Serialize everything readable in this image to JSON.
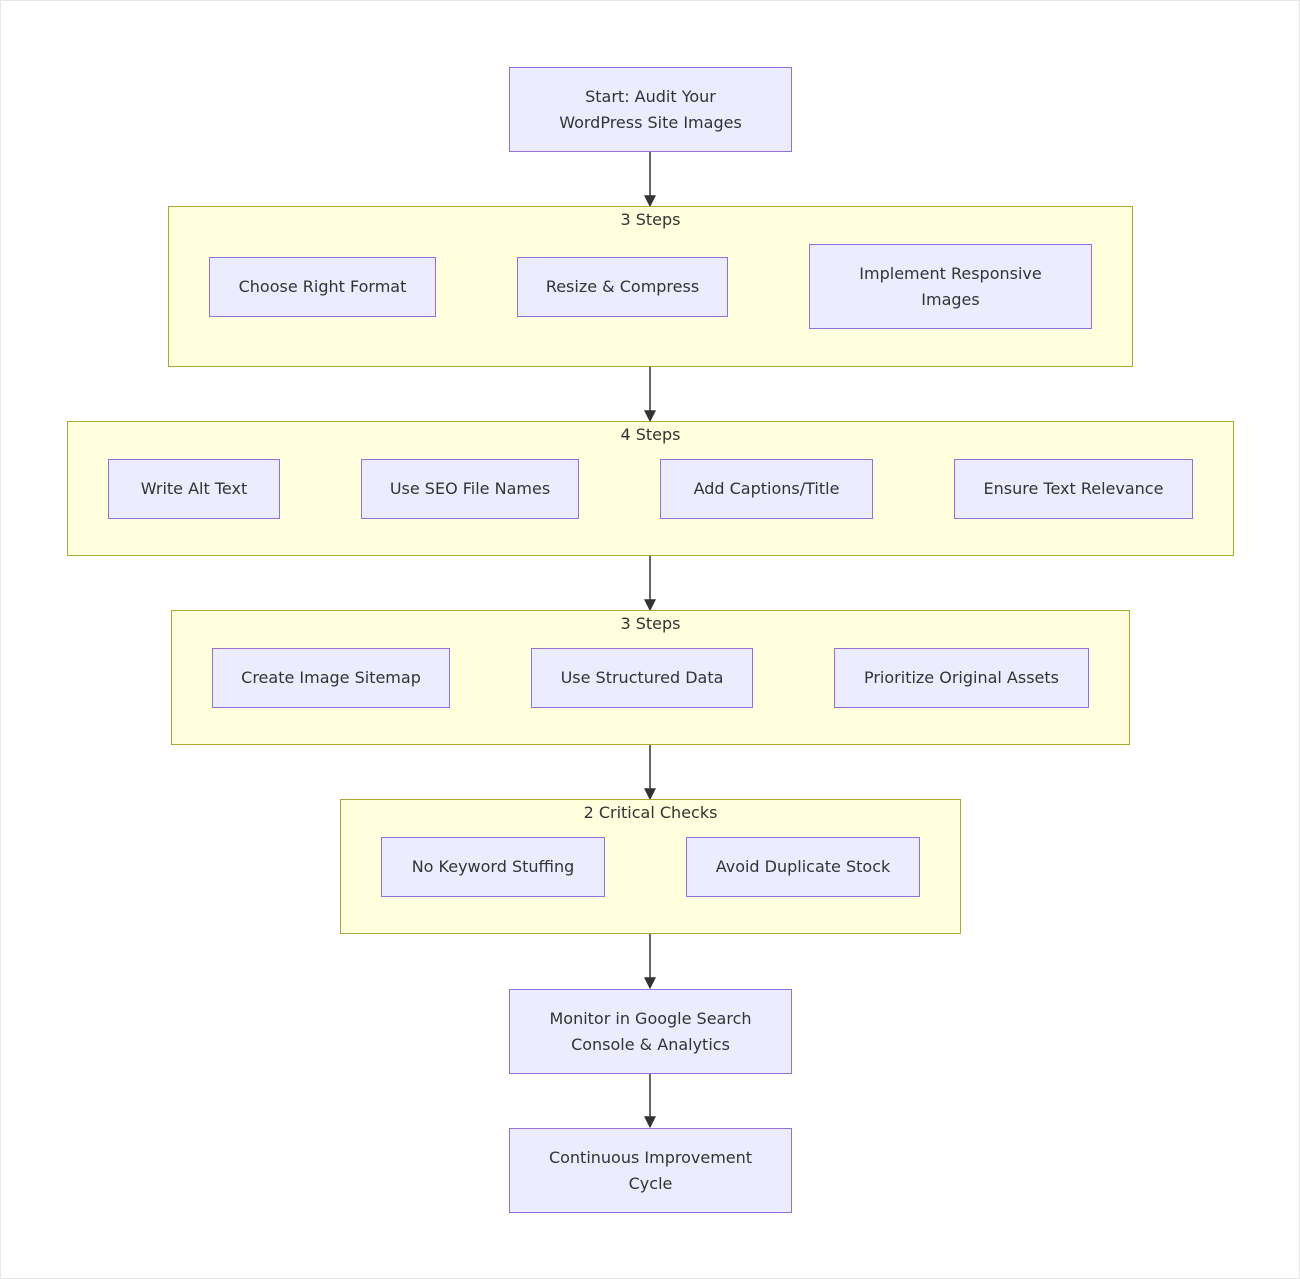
{
  "diagram": {
    "start": {
      "label": "Start: Audit Your WordPress Site Images"
    },
    "groups": [
      {
        "title": "3 Steps",
        "steps": [
          {
            "label": "Choose Right Format"
          },
          {
            "label": "Resize & Compress"
          },
          {
            "label": "Implement Responsive Images"
          }
        ]
      },
      {
        "title": "4 Steps",
        "steps": [
          {
            "label": "Write Alt Text"
          },
          {
            "label": "Use SEO File Names"
          },
          {
            "label": "Add Captions/Title"
          },
          {
            "label": "Ensure Text Relevance"
          }
        ]
      },
      {
        "title": "3 Steps",
        "steps": [
          {
            "label": "Create Image Sitemap"
          },
          {
            "label": "Use Structured Data"
          },
          {
            "label": "Prioritize Original Assets"
          }
        ]
      },
      {
        "title": "2 Critical Checks",
        "steps": [
          {
            "label": "No Keyword Stuffing"
          },
          {
            "label": "Avoid Duplicate Stock"
          }
        ]
      }
    ],
    "monitor": {
      "label": "Monitor in Google Search Console & Analytics"
    },
    "end": {
      "label": "Continuous Improvement Cycle"
    }
  },
  "colors": {
    "node_fill": "#ececff",
    "node_stroke": "#9370db",
    "group_fill": "#ffffde",
    "group_stroke": "#aaaa33",
    "edge": "#333333",
    "text": "#333333"
  }
}
